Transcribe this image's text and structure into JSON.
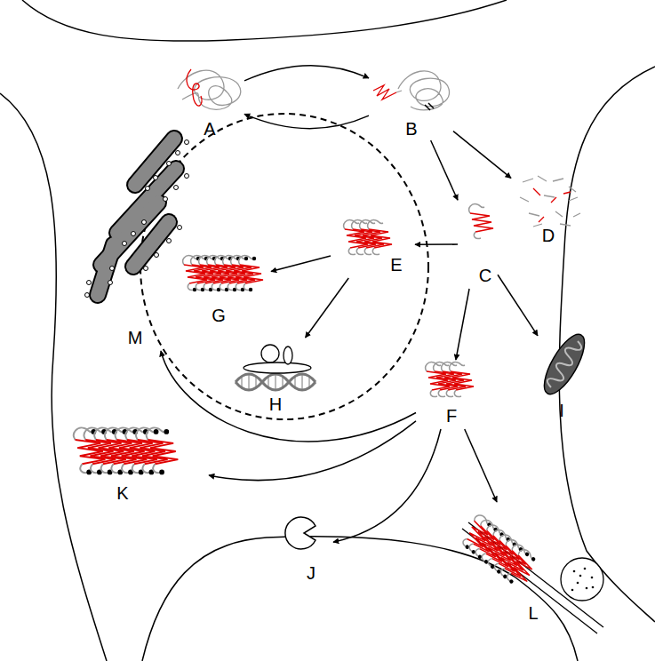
{
  "diagram": {
    "nodes": [
      {
        "text": [
          "A"
        ]
      },
      {
        "text": [
          "B"
        ]
      },
      {
        "text": [
          "C"
        ]
      },
      {
        "text": [
          "D"
        ]
      },
      {
        "text": [
          "E"
        ]
      },
      {
        "text": [
          "G"
        ]
      },
      {
        "text": [
          "H"
        ]
      },
      {
        "text": [
          "F"
        ]
      },
      {
        "text": [
          "I"
        ]
      },
      {
        "text": [
          "M"
        ]
      },
      {
        "text": [
          "K"
        ]
      },
      {
        "text": [
          "J"
        ]
      },
      {
        "text": [
          "L"
        ]
      }
    ],
    "edges": [
      {
        "from": 0,
        "to": 1,
        "arrow": "to"
      },
      {
        "from": 1,
        "to": 0,
        "arrow": "to"
      },
      {
        "from": 1,
        "to": 3,
        "arrow": "to"
      },
      {
        "from": 1,
        "to": 2,
        "arrow": "to"
      },
      {
        "from": 2,
        "to": 4,
        "arrow": "to"
      },
      {
        "from": 4,
        "to": 5,
        "arrow": "to"
      },
      {
        "from": 4,
        "to": 6,
        "arrow": "to"
      },
      {
        "from": 2,
        "to": 7,
        "arrow": "to"
      },
      {
        "from": 2,
        "to": 8,
        "arrow": "to"
      },
      {
        "from": 7,
        "to": 9,
        "arrow": "to"
      },
      {
        "from": 7,
        "to": 10,
        "arrow": "to"
      },
      {
        "from": 7,
        "to": 11,
        "arrow": "to"
      },
      {
        "from": 7,
        "to": 12,
        "arrow": "to"
      }
    ]
  }
}
